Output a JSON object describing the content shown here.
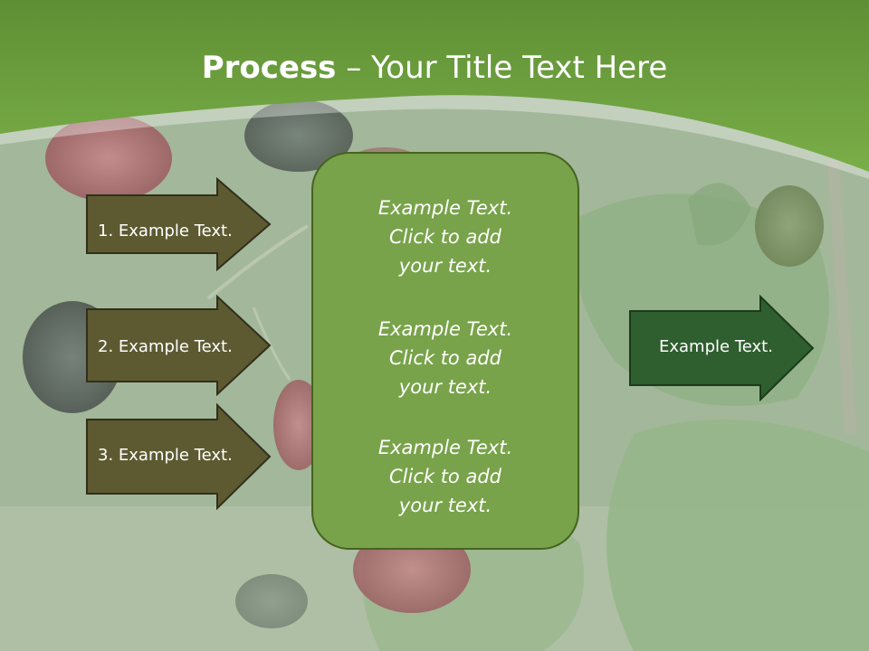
{
  "title": {
    "bold": "Process",
    "rest": " – Your Title Text Here"
  },
  "left_arrows": [
    {
      "label": "1. Example Text."
    },
    {
      "label": "2. Example Text."
    },
    {
      "label": "3. Example Text."
    }
  ],
  "center_box": {
    "paragraphs": [
      {
        "lines": [
          "Example Text.",
          "Click  to add",
          "your text."
        ]
      },
      {
        "lines": [
          "Example Text.",
          "Click  to add",
          "your text."
        ]
      },
      {
        "lines": [
          "Example Text.",
          "Click  to add",
          "your text."
        ]
      }
    ]
  },
  "right_arrow": {
    "label": "Example Text."
  },
  "colors": {
    "header_green": "#72a742",
    "left_arrow_fill": "#5d5a32",
    "center_box_fill": "#78a34a",
    "right_arrow_fill": "#2f5e2f",
    "text": "#ffffff"
  }
}
